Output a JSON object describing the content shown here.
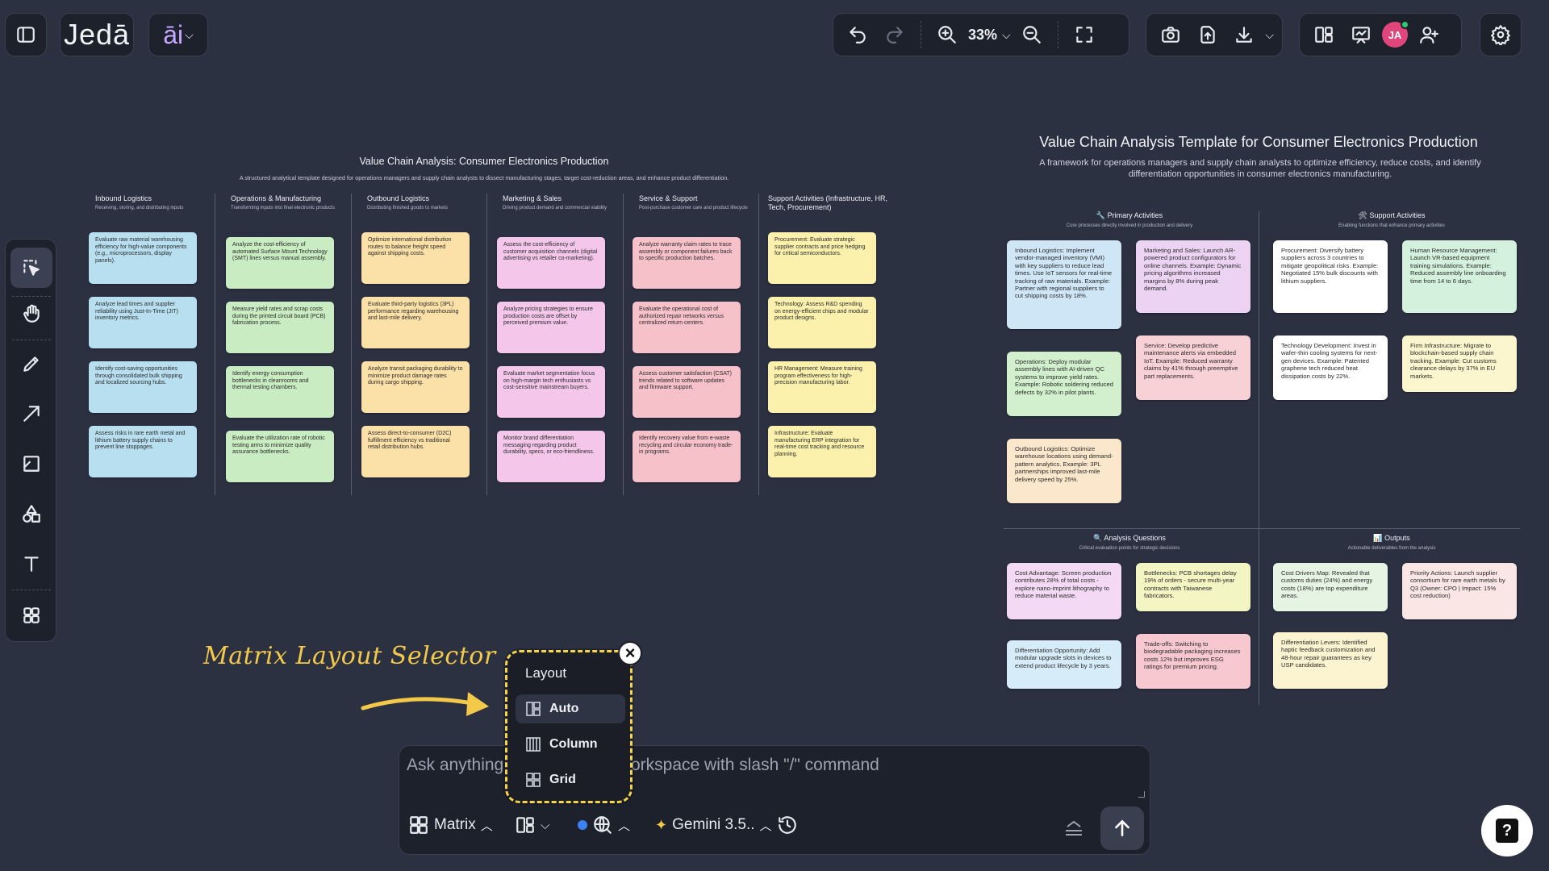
{
  "app": {
    "name": "Jedā",
    "ai_label": "āi"
  },
  "toolbar": {
    "zoom": "33%"
  },
  "user": {
    "initials": "JA"
  },
  "left_canvas": {
    "title": "Value Chain Analysis: Consumer Electronics Production",
    "subtitle": "A structured analytical template designed for operations managers and supply chain analysts to dissect manufacturing stages, target cost-reduction areas, and enhance product differentiation.",
    "columns": [
      {
        "name": "Inbound Logistics",
        "sub": "Receiving, storing, and distributing inputs",
        "color": "#b8dff0",
        "cards": [
          "Evaluate raw material warehousing efficiency for high-value components (e.g., microprocessors, display panels).",
          "Analyze lead times and supplier reliability using Just-In-Time (JIT) inventory metrics.",
          "Identify cost-saving opportunities through consolidated bulk shipping and localized sourcing hubs.",
          "Assess risks in rare earth metal and lithium battery supply chains to prevent line stoppages."
        ]
      },
      {
        "name": "Operations & Manufacturing",
        "sub": "Transforming inputs into final electronic products",
        "color": "#c9ecc2",
        "cards": [
          "Analyze the cost-efficiency of automated Surface Mount Technology (SMT) lines versus manual assembly.",
          "Measure yield rates and scrap costs during the printed circuit board (PCB) fabrication process.",
          "Identify energy consumption bottlenecks in cleanrooms and thermal testing chambers.",
          "Evaluate the utilization rate of robotic testing arms to minimize quality assurance bottlenecks."
        ]
      },
      {
        "name": "Outbound Logistics",
        "sub": "Distributing finished goods to markets",
        "color": "#fbe0a8",
        "cards": [
          "Optimize international distribution routes to balance freight speed against shipping costs.",
          "Evaluate third-party logistics (3PL) performance regarding warehousing and last-mile delivery.",
          "Analyze transit packaging durability to minimize product damage rates during cargo shipping.",
          "Assess direct-to-consumer (D2C) fulfillment efficiency vs traditional retail distribution hubs."
        ]
      },
      {
        "name": "Marketing & Sales",
        "sub": "Driving product demand and commercial viability",
        "color": "#f4c7ea",
        "cards": [
          "Assess the cost-efficiency of customer acquisition channels (digital advertising vs retailer co-marketing).",
          "Analyze pricing strategies to ensure production costs are offset by perceived premium value.",
          "Evaluate market segmentation focus on high-margin tech enthusiasts vs cost-sensitive mainstream buyers.",
          "Monitor brand differentiation messaging regarding product durability, specs, or eco-friendliness."
        ]
      },
      {
        "name": "Service & Support",
        "sub": "Post-purchase customer care and product lifecycle",
        "color": "#f7c1c9",
        "cards": [
          "Analyze warranty claim rates to trace assembly or component failures back to specific production batches.",
          "Evaluate the operational cost of authorized repair networks versus centralized return centers.",
          "Assess customer satisfaction (CSAT) trends related to software updates and firmware support.",
          "Identify recovery value from e-waste recycling and circular economy trade-in programs."
        ]
      },
      {
        "name": "Support Activities (Infrastructure, HR, Tech, Procurement)",
        "sub": "",
        "color": "#fbf1ad",
        "cards": [
          "Procurement: Evaluate strategic supplier contracts and price hedging for critical semiconductors.",
          "Technology: Assess R&D spending on energy-efficient chips and modular product designs.",
          "HR Management: Measure training program effectiveness for high-precision manufacturing labor.",
          "Infrastructure: Evaluate manufacturing ERP integration for real-time cost tracking and resource planning."
        ]
      }
    ]
  },
  "right_canvas": {
    "title": "Value Chain Analysis Template for Consumer Electronics Production",
    "subtitle": "A framework for operations managers and supply chain analysts to optimize efficiency, reduce costs, and identify differentiation opportunities in consumer electronics manufacturing.",
    "sections": {
      "primary": {
        "title": "🔧 Primary Activities",
        "sub": "Core processes directly involved in production and delivery"
      },
      "support": {
        "title": "🛠 Support Activities",
        "sub": "Enabling functions that enhance primary activities"
      },
      "questions": {
        "title": "🔍 Analysis Questions",
        "sub": "Critical evaluation points for strategic decisions"
      },
      "outputs": {
        "title": "📊 Outputs",
        "sub": "Actionable deliverables from the analysis"
      }
    },
    "cards": {
      "inbound": "Inbound Logistics: Implement vendor-managed inventory (VMI) with key suppliers to reduce lead times. Use IoT sensors for real-time tracking of raw materials. Example: Partner with regional suppliers to cut shipping costs by 18%.",
      "marketing": "Marketing and Sales: Launch AR-powered product configurators for online channels. Example: Dynamic pricing algorithms increased margins by 8% during peak demand.",
      "operations": "Operations: Deploy modular assembly lines with AI-driven QC systems to improve yield rates. Example: Robotic soldering reduced defects by 32% in pilot plants.",
      "service": "Service: Develop predictive maintenance alerts via embedded IoT. Example: Reduced warranty claims by 41% through preemptive part replacements.",
      "outbound": "Outbound Logistics: Optimize warehouse locations using demand-pattern analytics. Example: 3PL partnerships improved last-mile delivery speed by 25%.",
      "procurement": "Procurement: Diversify battery suppliers across 3 countries to mitigate geopolitical risks. Example: Negotiated 15% bulk discounts with lithium suppliers.",
      "hr": "Human Resource Management: Launch VR-based equipment training simulations. Example: Reduced assembly line onboarding time from 14 to 6 days.",
      "techdev": "Technology Development: Invest in wafer-thin cooling systems for next-gen devices. Example: Patented graphene tech reduced heat dissipation costs by 22%.",
      "firm": "Firm Infrastructure: Migrate to blockchain-based supply chain tracking. Example: Cut customs clearance delays by 37% in EU markets.",
      "costadv": "Cost Advantage: Screen production contributes 28% of total costs - explore nano-imprint lithography to reduce material waste.",
      "bottlenecks": "Bottlenecks: PCB shortages delay 19% of orders - secure multi-year contracts with Taiwanese fabricators.",
      "diffopp": "Differentiation Opportunity: Add modular upgrade slots in devices to extend product lifecycle by 3 years.",
      "tradeoffs": "Trade-offs: Switching to biodegradable packaging increases costs 12% but improves ESG ratings for premium pricing.",
      "costdrivers": "Cost Drivers Map: Revealed that customs duties (24%) and energy costs (18%) are top expenditure areas.",
      "priority": "Priority Actions: Launch supplier consortium for rare earth metals by Q3 (Owner: CPO | Impact: 15% cost reduction)",
      "difflevers": "Differentiation Levers: Identified haptic feedback customization and 48-hour repair guarantees as key USP candidates."
    }
  },
  "annotation": "Matrix Layout Selector",
  "layout_popup": {
    "title": "Layout",
    "options": [
      "Auto",
      "Column",
      "Grid"
    ],
    "selected": "Auto"
  },
  "chat": {
    "placeholder_left": "Ask anything",
    "placeholder_right": "orkspace with slash \"/\" command",
    "layout_label": "Matrix",
    "model_label": "Gemini 3.5.."
  }
}
